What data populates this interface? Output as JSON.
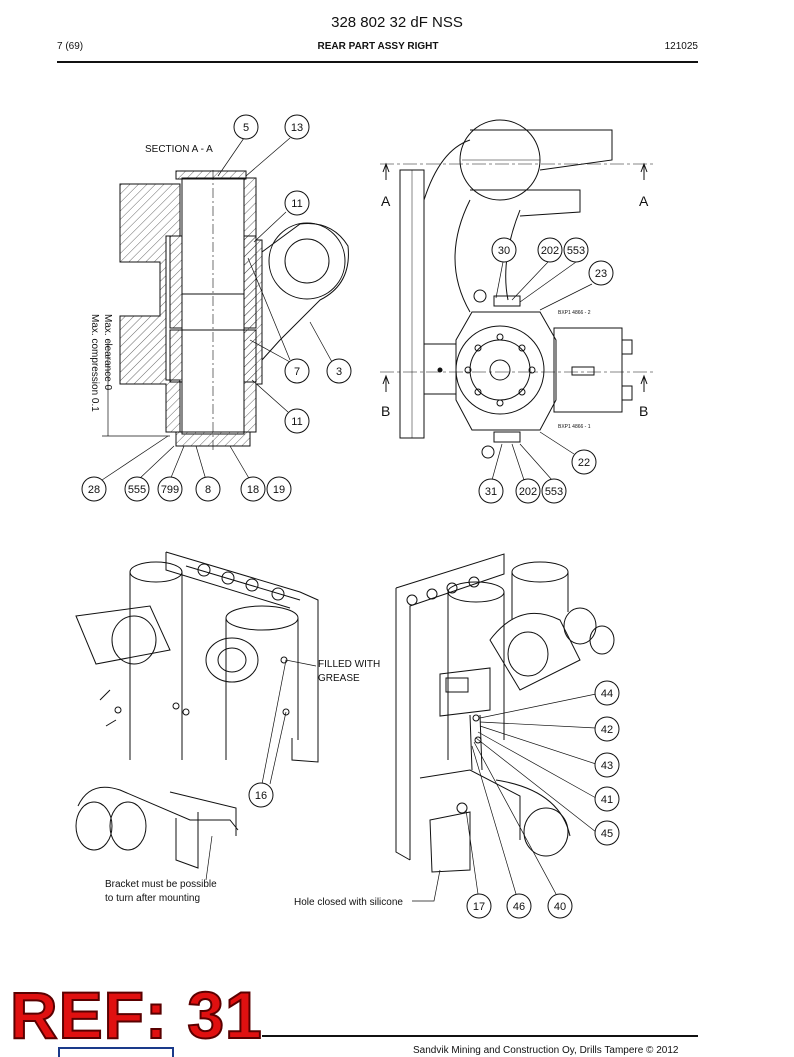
{
  "header": {
    "title": "328 802 32 dF NSS",
    "page": "7 (69)",
    "subtitle": "REAR PART ASSY RIGHT",
    "code": "121025"
  },
  "section": {
    "title": "SECTION  A - A",
    "note_clearance": "Max. clearance 0",
    "note_compression": "Max. compression 0.1"
  },
  "side_view": {
    "label_a_left": "A",
    "label_a_right": "A",
    "label_b_left": "B",
    "label_b_right": "B",
    "ref_top": "BXP1 4866 - 2",
    "ref_bottom": "BXP1 4866 - 1"
  },
  "iso": {
    "note_grease": "FILLED WITH\nGREASE",
    "note_grease_1": "FILLED WITH",
    "note_grease_2": "GREASE",
    "note_bracket_1": "Bracket must be possible",
    "note_bracket_2": "to turn after mounting",
    "note_hole": "Hole closed with silicone"
  },
  "balloons": {
    "b5": "5",
    "b13": "13",
    "b11a": "11",
    "b7": "7",
    "b3": "3",
    "b11b": "11",
    "b28": "28",
    "b555": "555",
    "b799": "799",
    "b8": "8",
    "b18": "18",
    "b19": "19",
    "b30": "30",
    "b202a": "202",
    "b553a": "553",
    "b23": "23",
    "b22": "22",
    "b31": "31",
    "b202b": "202",
    "b553b": "553",
    "b16": "16",
    "b44": "44",
    "b42": "42",
    "b43": "43",
    "b41": "41",
    "b45": "45",
    "b17": "17",
    "b46": "46",
    "b40": "40"
  },
  "stamp": "REF: 31",
  "footer": {
    "text": "Sandvik Mining and Construction Oy, Drills Tampere © 2012"
  }
}
